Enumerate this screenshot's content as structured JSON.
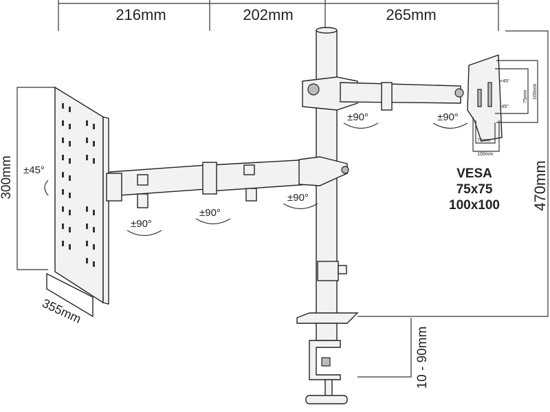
{
  "dimensions": {
    "arm_segment_1": "216mm",
    "arm_segment_2": "202mm",
    "arm_segment_3": "265mm",
    "tray_height": "300mm",
    "tray_width": "355mm",
    "max_height": "470mm",
    "clamp_range": "10 - 90mm"
  },
  "rotations": {
    "tray_tilt": "±45°",
    "tray_swivel": "±90°",
    "mid_joint": "±90°",
    "pole_joint_lower": "±90°",
    "pole_joint_upper": "±90°",
    "head_swivel": "±90°",
    "head_plus": "+45°",
    "head_minus": "-45°"
  },
  "vesa": {
    "title": "VESA",
    "size_small": "75x75",
    "size_large": "100x100",
    "h75": "75mm",
    "h100": "100mm",
    "v75": "75mm",
    "v100": "100mm"
  }
}
